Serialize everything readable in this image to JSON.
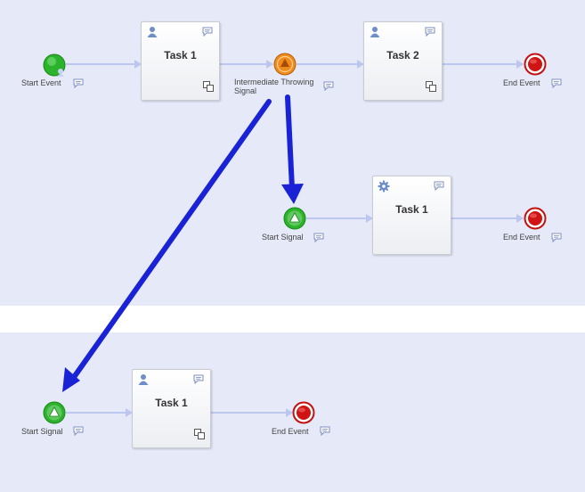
{
  "colors": {
    "lane_background": "#e6e9f8",
    "flow_line": "#bcc6ef",
    "annotation_arrow": "#1a22d6",
    "start_event": "#2bb32b",
    "end_event": "#d01414",
    "intermediate_event": "#f08a1c"
  },
  "row1": {
    "start_event": {
      "label": "Start Event",
      "icon": "start-event-user-icon"
    },
    "task1": {
      "title": "Task 1",
      "type_icon": "user-icon"
    },
    "intermediate": {
      "label_line1": "Intermediate Throwing",
      "label_line2": "Signal",
      "icon": "signal-throw-icon"
    },
    "task2": {
      "title": "Task 2",
      "type_icon": "user-icon"
    },
    "end_event": {
      "label": "End Event"
    }
  },
  "row2": {
    "start_signal": {
      "label": "Start Signal",
      "icon": "signal-start-icon"
    },
    "task1": {
      "title": "Task 1",
      "type_icon": "gear-icon"
    },
    "end_event": {
      "label": "End Event"
    }
  },
  "row3": {
    "start_signal": {
      "label": "Start Signal",
      "icon": "signal-start-icon"
    },
    "task1": {
      "title": "Task 1",
      "type_icon": "user-icon"
    },
    "end_event": {
      "label": "End Event"
    }
  }
}
